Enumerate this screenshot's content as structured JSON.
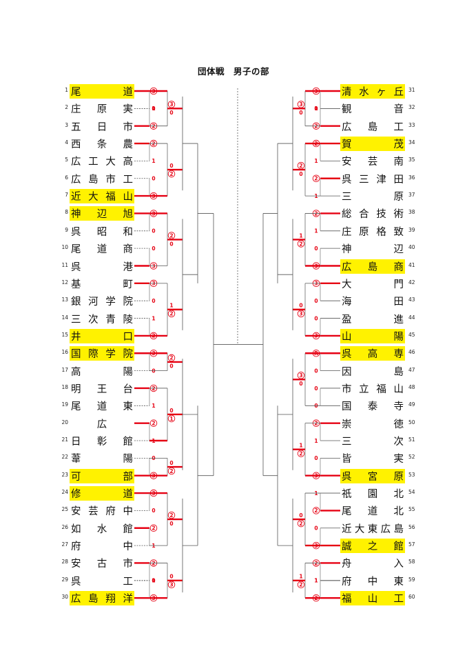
{
  "title": "団体戦　男子の部",
  "highlight_color": "#fff200",
  "line_color": "#e60012",
  "left_teams": [
    {
      "no": "1",
      "name": "尾　道",
      "advanced": true
    },
    {
      "no": "2",
      "name": "庄原実"
    },
    {
      "no": "3",
      "name": "五日市"
    },
    {
      "no": "4",
      "name": "西条農"
    },
    {
      "no": "5",
      "name": "広工大高"
    },
    {
      "no": "6",
      "name": "広島市工"
    },
    {
      "no": "7",
      "name": "近大福山",
      "advanced": true
    },
    {
      "no": "8",
      "name": "神辺旭",
      "advanced": true
    },
    {
      "no": "9",
      "name": "呉昭和"
    },
    {
      "no": "10",
      "name": "尾道商"
    },
    {
      "no": "11",
      "name": "呉　港"
    },
    {
      "no": "12",
      "name": "基　町"
    },
    {
      "no": "13",
      "name": "銀河学院"
    },
    {
      "no": "14",
      "name": "三次青陵"
    },
    {
      "no": "15",
      "name": "井　口",
      "advanced": true
    },
    {
      "no": "16",
      "name": "国際学院",
      "advanced": true
    },
    {
      "no": "17",
      "name": "高　陽"
    },
    {
      "no": "18",
      "name": "明王台"
    },
    {
      "no": "19",
      "name": "尾道東"
    },
    {
      "no": "20",
      "name": "広",
      "center": true
    },
    {
      "no": "21",
      "name": "日彰館"
    },
    {
      "no": "22",
      "name": "葦　陽"
    },
    {
      "no": "23",
      "name": "可　部",
      "advanced": true
    },
    {
      "no": "24",
      "name": "修　道",
      "advanced": true
    },
    {
      "no": "25",
      "name": "安芸府中"
    },
    {
      "no": "26",
      "name": "如水館"
    },
    {
      "no": "27",
      "name": "府　中"
    },
    {
      "no": "28",
      "name": "安古市"
    },
    {
      "no": "29",
      "name": "呉　工"
    },
    {
      "no": "30",
      "name": "広島翔洋",
      "advanced": true
    }
  ],
  "right_teams": [
    {
      "no": "31",
      "name": "清水ヶ丘",
      "advanced": true
    },
    {
      "no": "32",
      "name": "観　音"
    },
    {
      "no": "33",
      "name": "広島工"
    },
    {
      "no": "34",
      "name": "賀　茂",
      "advanced": true
    },
    {
      "no": "35",
      "name": "安芸南"
    },
    {
      "no": "36",
      "name": "呉三津田"
    },
    {
      "no": "37",
      "name": "三　原"
    },
    {
      "no": "38",
      "name": "総合技術"
    },
    {
      "no": "39",
      "name": "庄原格致"
    },
    {
      "no": "40",
      "name": "神　辺"
    },
    {
      "no": "41",
      "name": "広島商",
      "advanced": true
    },
    {
      "no": "42",
      "name": "大　門"
    },
    {
      "no": "43",
      "name": "海　田"
    },
    {
      "no": "44",
      "name": "盈　進"
    },
    {
      "no": "45",
      "name": "山　陽",
      "advanced": true
    },
    {
      "no": "46",
      "name": "呉高専",
      "advanced": true
    },
    {
      "no": "47",
      "name": "因　島"
    },
    {
      "no": "48",
      "name": "市立福山"
    },
    {
      "no": "49",
      "name": "国泰寺"
    },
    {
      "no": "50",
      "name": "崇　徳"
    },
    {
      "no": "51",
      "name": "三　次"
    },
    {
      "no": "52",
      "name": "皆　実"
    },
    {
      "no": "53",
      "name": "呉宮原",
      "advanced": true
    },
    {
      "no": "54",
      "name": "祇園北"
    },
    {
      "no": "55",
      "name": "尾道北"
    },
    {
      "no": "56",
      "name": "近大東広島"
    },
    {
      "no": "57",
      "name": "誠之館",
      "advanced": true
    },
    {
      "no": "58",
      "name": "舟　入"
    },
    {
      "no": "59",
      "name": "府中東"
    },
    {
      "no": "60",
      "name": "福山工",
      "advanced": true
    }
  ],
  "matches": [
    {
      "side": "L",
      "a": 1,
      "b": 2,
      "ua": 3,
      "ub": 0,
      "wa": 1,
      "wb": 0
    },
    {
      "side": "L",
      "a": 2,
      "b": 3,
      "ua": 1,
      "ub": 2,
      "wa": 0,
      "wb": 1
    },
    {
      "side": "L",
      "a": 4,
      "b": 5,
      "ua": 2,
      "ub": 1,
      "wa": 1,
      "wb": 0
    },
    {
      "side": "L",
      "a": 6,
      "b": 7,
      "ua": 0,
      "ub": 3,
      "wa": 0,
      "wb": 1
    },
    {
      "side": "L",
      "a": 8,
      "b": 9,
      "ua": 3,
      "ub": 0,
      "wa": 1,
      "wb": 0
    },
    {
      "side": "L",
      "a": 10,
      "b": 11,
      "ua": 0,
      "ub": 3,
      "wa": 0,
      "wb": 1
    },
    {
      "side": "L",
      "a": 12,
      "b": 13,
      "ua": 3,
      "ub": 0,
      "wa": 1,
      "wb": 0
    },
    {
      "side": "L",
      "a": 14,
      "b": 15,
      "ua": 1,
      "ub": 2,
      "wa": 0,
      "wb": 1
    },
    {
      "side": "L",
      "a": 16,
      "b": 17,
      "ua": 3,
      "ub": 0,
      "wa": 1,
      "wb": 0
    },
    {
      "side": "L",
      "a": 18,
      "b": 19,
      "ua": 2,
      "ub": 1,
      "wa": 1,
      "wb": 0
    },
    {
      "side": "L",
      "a": 20,
      "b": 21,
      "ua": 2,
      "ub": 1,
      "wa": 1,
      "wb": 0
    },
    {
      "side": "L",
      "a": 22,
      "b": 23,
      "ua": 0,
      "ub": 3,
      "wa": 0,
      "wb": 1
    },
    {
      "side": "L",
      "a": 24,
      "b": 25,
      "ua": 3,
      "ub": 0,
      "wa": 1,
      "wb": 0
    },
    {
      "side": "L",
      "a": 26,
      "b": 27,
      "ua": 2,
      "ub": 1,
      "wa": 1,
      "wb": 0
    },
    {
      "side": "L",
      "a": 28,
      "b": 29,
      "ua": 2,
      "ub": 1,
      "wa": 1,
      "wb": 0
    },
    {
      "side": "L",
      "a": 30,
      "b": 29,
      "ua": 3,
      "ub": 0,
      "wa": 1,
      "wb": 0
    },
    {
      "side": "R",
      "a": 31,
      "b": 32,
      "ua": 3,
      "ub": 0,
      "wa": 1,
      "wb": 0
    },
    {
      "side": "R",
      "a": 32,
      "b": 33,
      "ua": 1,
      "ub": 2,
      "wa": 0,
      "wb": 1
    },
    {
      "side": "R",
      "a": 34,
      "b": 35,
      "ua": 2,
      "ub": 1,
      "wa": 1,
      "wb": 0
    },
    {
      "side": "R",
      "a": 36,
      "b": 37,
      "ua": 2,
      "ub": 1,
      "wa": 1,
      "wb": 0
    },
    {
      "side": "R",
      "a": 38,
      "b": 39,
      "ua": 2,
      "ub": 1,
      "wa": 1,
      "wb": 0
    },
    {
      "side": "R",
      "a": 40,
      "b": 41,
      "ua": 0,
      "ub": 3,
      "wa": 0,
      "wb": 1
    },
    {
      "side": "R",
      "a": 42,
      "b": 43,
      "ua": 3,
      "ub": 0,
      "wa": 1,
      "wb": 0
    },
    {
      "side": "R",
      "a": 44,
      "b": 45,
      "ua": 0,
      "ub": 3,
      "wa": 0,
      "wb": 1
    },
    {
      "side": "R",
      "a": 46,
      "b": 47,
      "ua": "R",
      "ub": 0,
      "wa": 1,
      "wb": 0
    },
    {
      "side": "R",
      "a": 48,
      "b": 49,
      "ua": 0,
      "ub": 0,
      "wa": 0,
      "wb": 0
    },
    {
      "side": "R",
      "a": 50,
      "b": 51,
      "ua": 2,
      "ub": 1,
      "wa": 1,
      "wb": 0
    },
    {
      "side": "R",
      "a": 52,
      "b": 53,
      "ua": 0,
      "ub": 3,
      "wa": 0,
      "wb": 1
    },
    {
      "side": "R",
      "a": 54,
      "b": 55,
      "ua": 1,
      "ub": 2,
      "wa": 0,
      "wb": 1
    },
    {
      "side": "R",
      "a": 56,
      "b": 57,
      "ua": 0,
      "ub": 3,
      "wa": 0,
      "wb": 1
    },
    {
      "side": "R",
      "a": 58,
      "b": 59,
      "ua": 2,
      "ub": 1,
      "wa": 1,
      "wb": 0
    },
    {
      "side": "R",
      "a": 60,
      "b": 59,
      "ua": 2,
      "ub": 1,
      "wa": 1,
      "wb": 0
    }
  ],
  "round2": [
    {
      "side": "L",
      "t": [
        1,
        3
      ],
      "sa": 3,
      "sb": 0,
      "w": 0
    },
    {
      "side": "L",
      "t": [
        4,
        7
      ],
      "sa": 0,
      "sb": 2,
      "w": 1
    },
    {
      "side": "L",
      "t": [
        8,
        11
      ],
      "sa": 2,
      "sb": 0,
      "w": 0
    },
    {
      "side": "L",
      "t": [
        12,
        15
      ],
      "sa": 1,
      "sb": 2,
      "w": 1
    },
    {
      "side": "L",
      "t": [
        16,
        17
      ],
      "sa": 2,
      "sb": 0,
      "w": 0
    },
    {
      "side": "L",
      "t": [
        18,
        21
      ],
      "sa": 0,
      "sb": 1,
      "w": 1
    },
    {
      "side": "L",
      "t": [
        22,
        23
      ],
      "sa": 0,
      "sb": 2,
      "w": 1
    },
    {
      "side": "L",
      "t": [
        24,
        27
      ],
      "sa": 2,
      "sb": 0,
      "w": 0
    },
    {
      "side": "L",
      "t": [
        28,
        30
      ],
      "sa": 0,
      "sb": 3,
      "w": 1
    },
    {
      "side": "R",
      "t": [
        31,
        33
      ],
      "sa": 3,
      "sb": 0,
      "w": 0
    },
    {
      "side": "R",
      "t": [
        34,
        37
      ],
      "sa": 2,
      "sb": 0,
      "w": 0
    },
    {
      "side": "R",
      "t": [
        38,
        41
      ],
      "sa": 1,
      "sb": 2,
      "w": 1
    },
    {
      "side": "R",
      "t": [
        42,
        45
      ],
      "sa": 0,
      "sb": 3,
      "w": 1
    },
    {
      "side": "R",
      "t": [
        46,
        49
      ],
      "sa": 3,
      "sb": 0,
      "w": 0
    },
    {
      "side": "R",
      "t": [
        50,
        53
      ],
      "sa": 1,
      "sb": 2,
      "w": 1
    },
    {
      "side": "R",
      "t": [
        54,
        57
      ],
      "sa": 0,
      "sb": 2,
      "w": 1
    },
    {
      "side": "R",
      "t": [
        58,
        60
      ],
      "sa": 1,
      "sb": 2,
      "w": 1
    }
  ]
}
